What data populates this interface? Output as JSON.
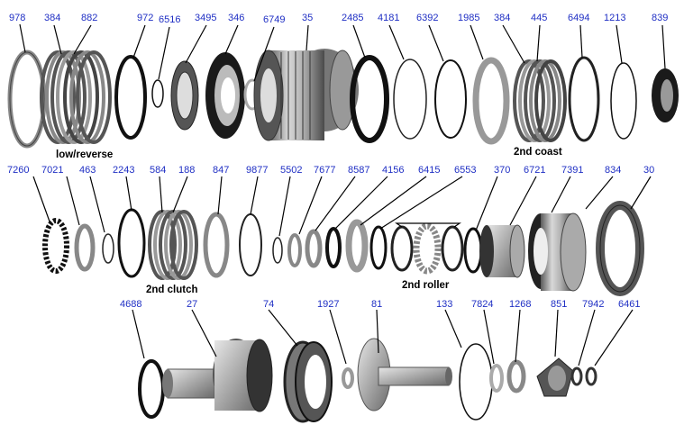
{
  "title": "",
  "part_numbers": {
    "n978": "978",
    "n384a": "384",
    "n882": "882",
    "n972": "972",
    "n6516": "6516",
    "n3495": "3495",
    "n346": "346",
    "n6749": "6749",
    "n35": "35",
    "n2485": "2485",
    "n4181": "4181",
    "n6392": "6392",
    "n1985": "1985",
    "n384b": "384",
    "n445": "445",
    "n6494": "6494",
    "n1213": "1213",
    "n839": "839",
    "n7260": "7260",
    "n7021": "7021",
    "n463": "463",
    "n2243": "2243",
    "n584": "584",
    "n188": "188",
    "n847": "847",
    "n9877": "9877",
    "n5502": "5502",
    "n7677": "7677",
    "n8587": "8587",
    "n4156": "4156",
    "n6415": "6415",
    "n6553": "6553",
    "n370": "370",
    "n6721": "6721",
    "n7391": "7391",
    "n834": "834",
    "n30": "30",
    "n4688": "4688",
    "n27": "27",
    "n74": "74",
    "n1927": "1927",
    "n81": "81",
    "n133": "133",
    "n7824": "7824",
    "n1268": "1268",
    "n851": "851",
    "n7942": "7942",
    "n6461": "6461"
  },
  "group_labels": {
    "low_reverse": "low/reverse",
    "second_coast": "2nd coast",
    "second_clutch": "2nd clutch",
    "second_roller": "2nd roller"
  },
  "colors": {
    "label_blue": "#1f2fc4",
    "steel": "#9a9a9a",
    "dark": "#1a1a1a"
  }
}
